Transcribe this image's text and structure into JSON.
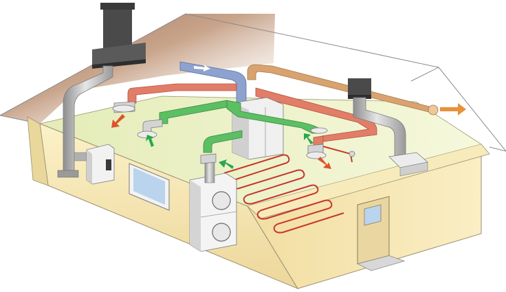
{
  "diagram": {
    "subject": "house-ventilation-and-heating-cutaway",
    "labels": [],
    "colors": {
      "roof": "#b3876a",
      "wall_front": "#f0dca0",
      "wall_side": "#f6e8b4",
      "ceiling_floor": "#eef2c8",
      "chimney": "#4a4a4a",
      "flue_metal": "#bdbdbd",
      "supply_air": "#5cbf63",
      "extract_air": "#e27d68",
      "fresh_air_intake": "#8ea2cf",
      "exhaust_air": "#d8a36e",
      "arrow_supply": "#2aa84a",
      "arrow_extract": "#e0522a",
      "arrow_exhaust": "#e8913a",
      "floor_heating_loop": "#c8352c"
    },
    "components": [
      "chimney-stack",
      "flue-pipe",
      "boiler-unit",
      "ventilation-heat-recovery-unit",
      "supply-air-ducts",
      "extract-air-ducts",
      "fresh-air-intake-duct",
      "exhaust-air-duct",
      "roof-vent-hood",
      "underfloor-heating-loop",
      "washer-dryer-stack",
      "window",
      "door",
      "door-step"
    ]
  }
}
